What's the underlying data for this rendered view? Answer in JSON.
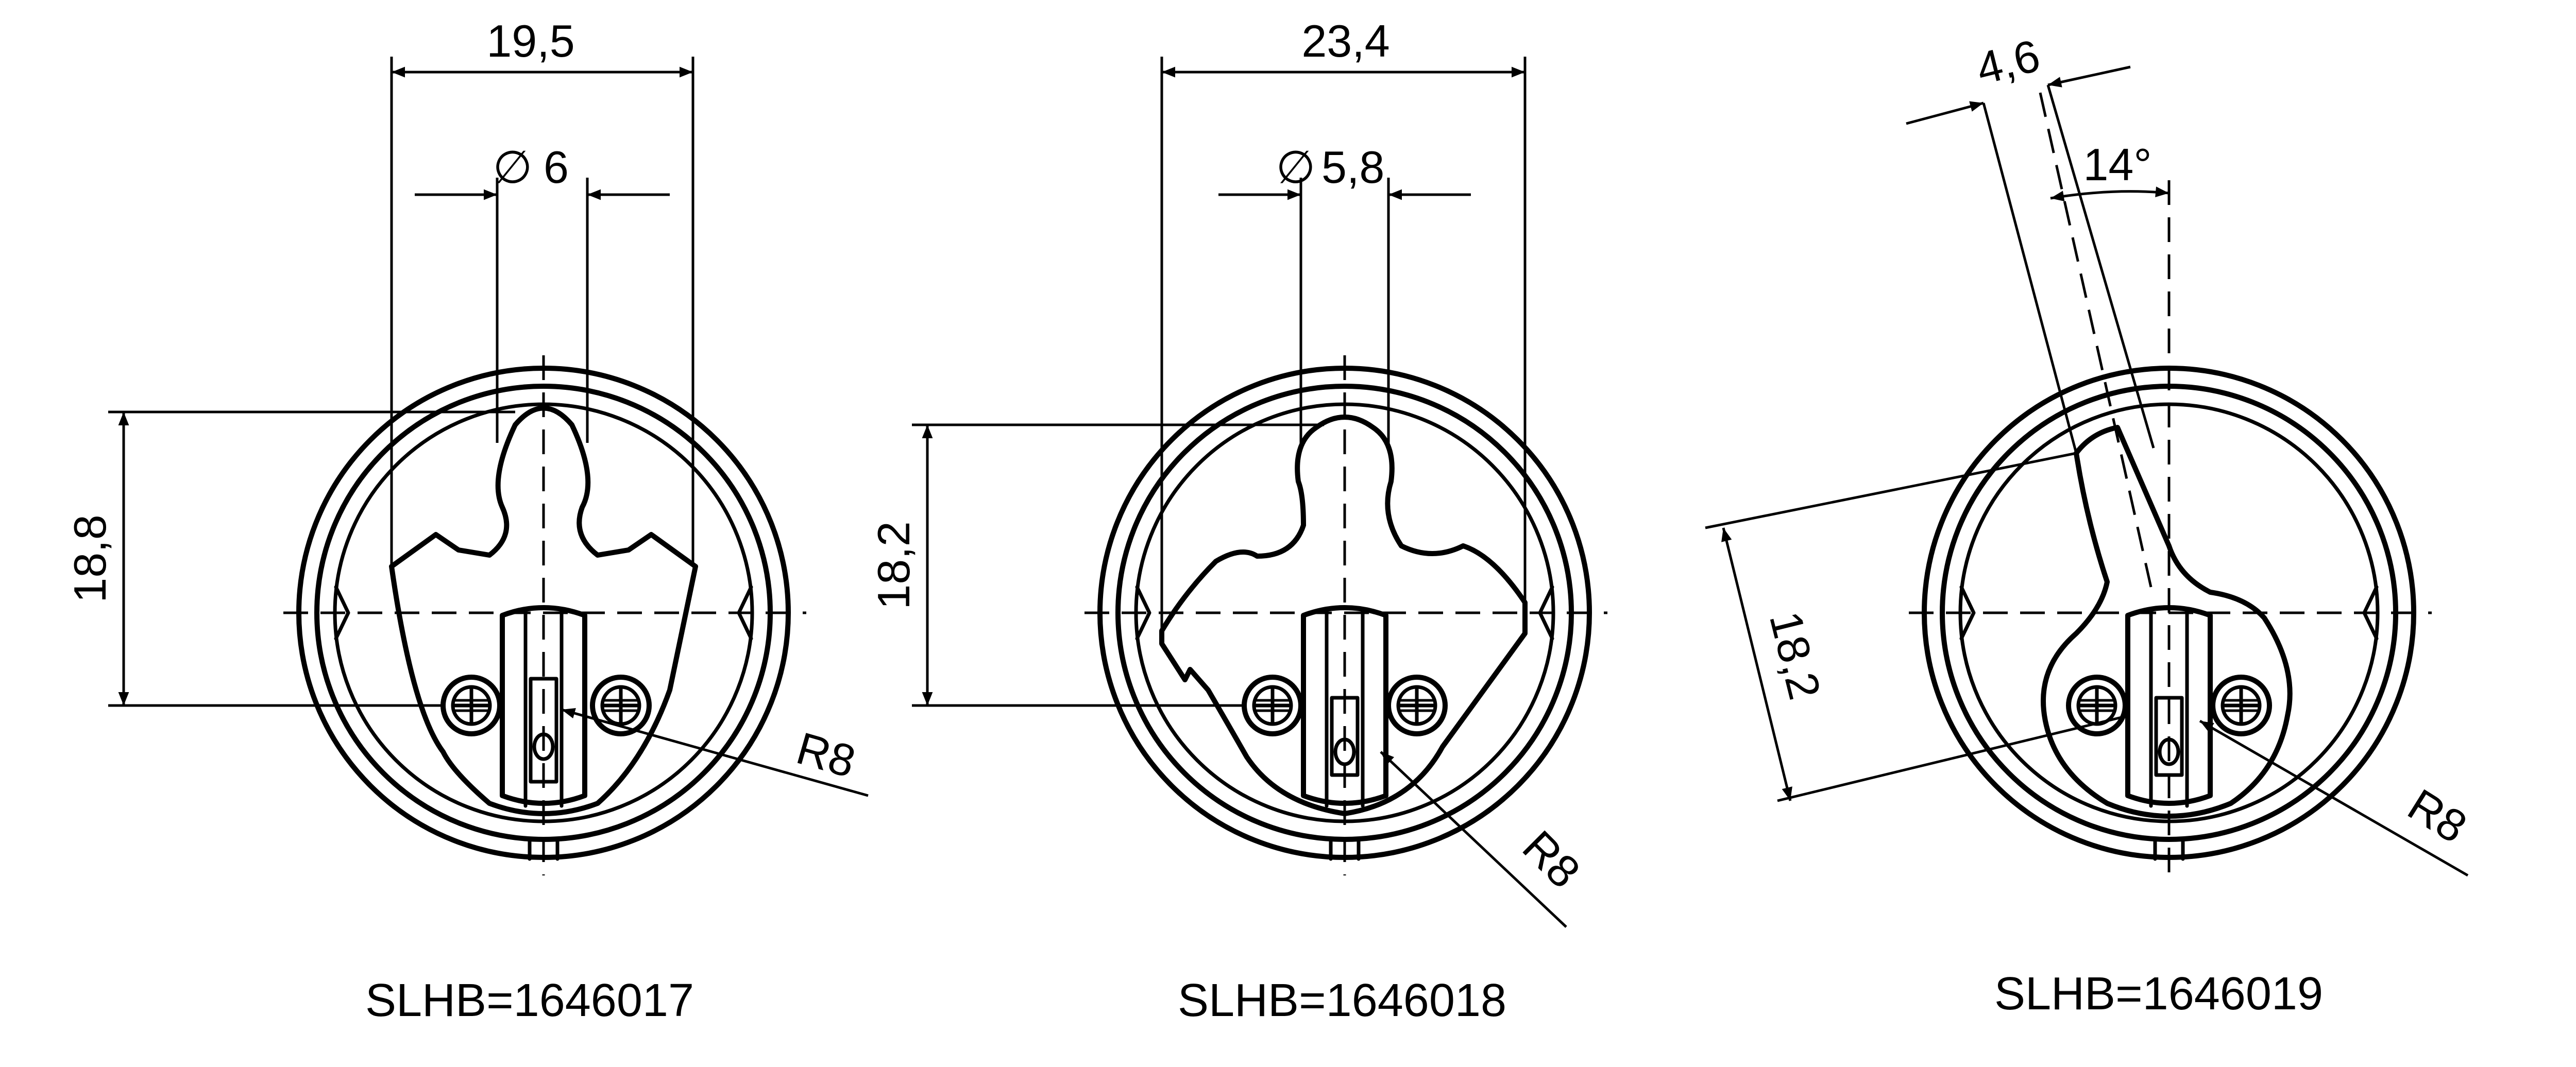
{
  "drawing": {
    "parts": [
      {
        "dimensions": {
          "width": "19,5",
          "bore": "6",
          "height": "18,8",
          "radius": "R8"
        },
        "caption": "SLHB=1646017"
      },
      {
        "dimensions": {
          "width": "23,4",
          "bore": "5,8",
          "height": "18,2",
          "radius": "R8"
        },
        "caption": "SLHB=1646018"
      },
      {
        "dimensions": {
          "width": "4,6",
          "angle": "14°",
          "height": "18,2",
          "radius": "R8"
        },
        "caption": "SLHB=1646019"
      }
    ],
    "diameter_symbol": "∅",
    "line_color": "#000000",
    "background_color": "#ffffff"
  }
}
